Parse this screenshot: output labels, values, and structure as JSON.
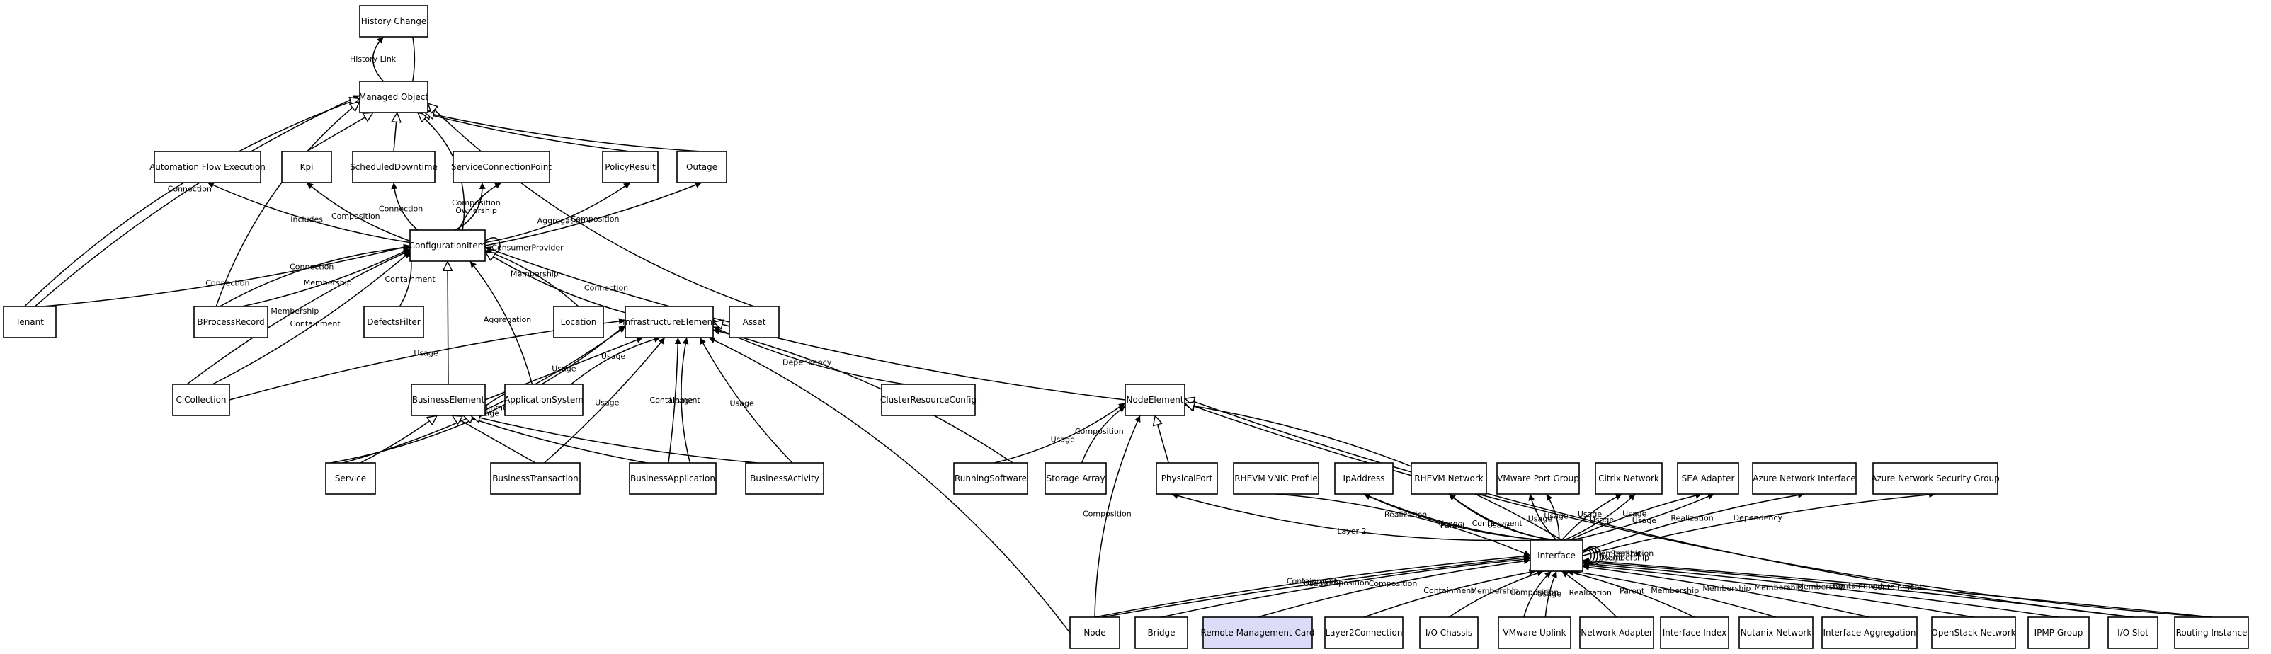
{
  "diagram": {
    "highlight_color": "#dcdcf8",
    "nodes": [
      {
        "id": "history-change",
        "label": "History Change"
      },
      {
        "id": "managed-object",
        "label": "Managed Object"
      },
      {
        "id": "automation-flow-execution",
        "label": "Automation Flow Execution"
      },
      {
        "id": "kpi",
        "label": "Kpi"
      },
      {
        "id": "scheduled-downtime",
        "label": "ScheduledDowntime"
      },
      {
        "id": "service-connection-point",
        "label": "ServiceConnectionPoint"
      },
      {
        "id": "policy-result",
        "label": "PolicyResult"
      },
      {
        "id": "outage",
        "label": "Outage"
      },
      {
        "id": "configuration-item",
        "label": "ConfigurationItem"
      },
      {
        "id": "tenant",
        "label": "Tenant"
      },
      {
        "id": "bprocess-record",
        "label": "BProcessRecord"
      },
      {
        "id": "defects-filter",
        "label": "DefectsFilter"
      },
      {
        "id": "location",
        "label": "Location"
      },
      {
        "id": "infrastructure-element",
        "label": "InfrastructureElement"
      },
      {
        "id": "asset",
        "label": "Asset"
      },
      {
        "id": "cicollection",
        "label": "CiCollection"
      },
      {
        "id": "business-element",
        "label": "BusinessElement"
      },
      {
        "id": "application-system",
        "label": "ApplicationSystem"
      },
      {
        "id": "cluster-resource-config",
        "label": "ClusterResourceConfig"
      },
      {
        "id": "node-element",
        "label": "NodeElement"
      },
      {
        "id": "service",
        "label": "Service"
      },
      {
        "id": "business-transaction",
        "label": "BusinessTransaction"
      },
      {
        "id": "business-application",
        "label": "BusinessApplication"
      },
      {
        "id": "business-activity",
        "label": "BusinessActivity"
      },
      {
        "id": "running-software",
        "label": "RunningSoftware"
      },
      {
        "id": "storage-array",
        "label": "Storage Array"
      },
      {
        "id": "physical-port",
        "label": "PhysicalPort"
      },
      {
        "id": "rhevm-vnic-profile",
        "label": "RHEVM VNIC Profile"
      },
      {
        "id": "ip-address",
        "label": "IpAddress"
      },
      {
        "id": "rhevm-network",
        "label": "RHEVM Network"
      },
      {
        "id": "vmware-port-group",
        "label": "VMware Port Group"
      },
      {
        "id": "citrix-network",
        "label": "Citrix Network"
      },
      {
        "id": "sea-adapter",
        "label": "SEA Adapter"
      },
      {
        "id": "azure-network-interface",
        "label": "Azure Network Interface"
      },
      {
        "id": "azure-network-security-group",
        "label": "Azure Network Security Group"
      },
      {
        "id": "interface",
        "label": "Interface"
      },
      {
        "id": "node",
        "label": "Node"
      },
      {
        "id": "bridge",
        "label": "Bridge"
      },
      {
        "id": "remote-management-card",
        "label": "Remote Management Card",
        "highlight": true
      },
      {
        "id": "layer2-connection",
        "label": "Layer2Connection"
      },
      {
        "id": "io-chassis",
        "label": "I/O Chassis"
      },
      {
        "id": "vmware-uplink",
        "label": "VMware Uplink"
      },
      {
        "id": "network-adapter",
        "label": "Network Adapter"
      },
      {
        "id": "interface-index",
        "label": "Interface Index"
      },
      {
        "id": "nutanix-network",
        "label": "Nutanix Network"
      },
      {
        "id": "interface-aggregation",
        "label": "Interface Aggregation"
      },
      {
        "id": "openstack-network",
        "label": "OpenStack Network"
      },
      {
        "id": "ipmp-group",
        "label": "IPMP Group"
      },
      {
        "id": "io-slot",
        "label": "I/O Slot"
      },
      {
        "id": "routing-instance",
        "label": "Routing Instance"
      }
    ],
    "edges": [
      {
        "from": "managed-object",
        "to": "history-change",
        "label": "History Link",
        "arrow": "filled"
      },
      {
        "from": "history-change",
        "to": "managed-object",
        "label": "",
        "arrow": "hollow"
      },
      {
        "from": "kpi",
        "to": "managed-object",
        "label": "",
        "arrow": "hollow"
      },
      {
        "from": "scheduled-downtime",
        "to": "managed-object",
        "label": "",
        "arrow": "hollow"
      },
      {
        "from": "configuration-item",
        "to": "managed-object",
        "label": "",
        "arrow": "hollow"
      },
      {
        "from": "policy-result",
        "to": "managed-object",
        "label": "",
        "arrow": "hollow"
      },
      {
        "from": "outage",
        "to": "managed-object",
        "label": "",
        "arrow": "hollow"
      },
      {
        "from": "asset",
        "to": "managed-object",
        "label": "",
        "arrow": "hollow"
      },
      {
        "from": "tenant",
        "to": "managed-object",
        "label": "Connection",
        "arrow": "filled"
      },
      {
        "from": "tenant",
        "to": "managed-object",
        "label": "",
        "arrow": "hollow"
      },
      {
        "from": "bprocess-record",
        "to": "managed-object",
        "label": "",
        "arrow": "hollow"
      },
      {
        "from": "configuration-item",
        "to": "automation-flow-execution",
        "label": "Includes",
        "arrow": "filled"
      },
      {
        "from": "configuration-item",
        "to": "kpi",
        "label": "Composition",
        "arrow": "filled"
      },
      {
        "from": "configuration-item",
        "to": "scheduled-downtime",
        "label": "Connection",
        "arrow": "filled"
      },
      {
        "from": "configuration-item",
        "to": "service-connection-point",
        "label": "Ownership",
        "arrow": "filled"
      },
      {
        "from": "configuration-item",
        "to": "service-connection-point",
        "label": "Composition",
        "arrow": "filled"
      },
      {
        "from": "configuration-item",
        "to": "policy-result",
        "label": "Aggregation",
        "arrow": "filled"
      },
      {
        "from": "configuration-item",
        "to": "outage",
        "label": "Composition",
        "arrow": "filled"
      },
      {
        "from": "configuration-item",
        "to": "configuration-item",
        "label": "ConsumerProvider",
        "arrow": "filled"
      },
      {
        "from": "tenant",
        "to": "configuration-item",
        "label": "Connection",
        "arrow": "filled"
      },
      {
        "from": "bprocess-record",
        "to": "configuration-item",
        "label": "Connection",
        "arrow": "filled"
      },
      {
        "from": "bprocess-record",
        "to": "configuration-item",
        "label": "Membership",
        "arrow": "filled"
      },
      {
        "from": "defects-filter",
        "to": "configuration-item",
        "label": "Containment",
        "arrow": "filled"
      },
      {
        "from": "cicollection",
        "to": "configuration-item",
        "label": "Membership",
        "arrow": "filled"
      },
      {
        "from": "cicollection",
        "to": "configuration-item",
        "label": "Containment",
        "arrow": "filled"
      },
      {
        "from": "location",
        "to": "configuration-item",
        "label": "Membership",
        "arrow": "filled"
      },
      {
        "from": "asset",
        "to": "configuration-item",
        "label": "Connection",
        "arrow": "filled"
      },
      {
        "from": "application-system",
        "to": "configuration-item",
        "label": "Aggregation",
        "arrow": "filled"
      },
      {
        "from": "infrastructure-element",
        "to": "configuration-item",
        "label": "",
        "arrow": "hollow"
      },
      {
        "from": "business-element",
        "to": "configuration-item",
        "label": "",
        "arrow": "hollow"
      },
      {
        "from": "cicollection",
        "to": "infrastructure-element",
        "label": "Usage",
        "arrow": "filled"
      },
      {
        "from": "business-element",
        "to": "infrastructure-element",
        "label": "Usage",
        "arrow": "filled"
      },
      {
        "from": "application-system",
        "to": "infrastructure-element",
        "label": "Usage",
        "arrow": "filled"
      },
      {
        "from": "service",
        "to": "infrastructure-element",
        "label": "Usage",
        "arrow": "filled"
      },
      {
        "from": "service",
        "to": "infrastructure-element",
        "label": "Containment",
        "arrow": "filled"
      },
      {
        "from": "business-transaction",
        "to": "infrastructure-element",
        "label": "Usage",
        "arrow": "filled"
      },
      {
        "from": "business-application",
        "to": "infrastructure-element",
        "label": "Containment",
        "arrow": "filled"
      },
      {
        "from": "business-application",
        "to": "infrastructure-element",
        "label": "Usage",
        "arrow": "filled"
      },
      {
        "from": "business-activity",
        "to": "infrastructure-element",
        "label": "Usage",
        "arrow": "filled"
      },
      {
        "from": "cluster-resource-config",
        "to": "infrastructure-element",
        "label": "Dependency",
        "arrow": "filled"
      },
      {
        "from": "running-software",
        "to": "infrastructure-element",
        "label": "",
        "arrow": "filled"
      },
      {
        "from": "node-element",
        "to": "infrastructure-element",
        "label": "",
        "arrow": "hollow"
      },
      {
        "from": "node",
        "to": "infrastructure-element",
        "label": "",
        "arrow": "filled"
      },
      {
        "from": "application-system",
        "to": "business-element",
        "label": "",
        "arrow": "hollow"
      },
      {
        "from": "service",
        "to": "business-element",
        "label": "",
        "arrow": "hollow"
      },
      {
        "from": "business-transaction",
        "to": "business-element",
        "label": "",
        "arrow": "hollow"
      },
      {
        "from": "business-application",
        "to": "business-element",
        "label": "",
        "arrow": "hollow"
      },
      {
        "from": "business-activity",
        "to": "business-element",
        "label": "",
        "arrow": "hollow"
      },
      {
        "from": "running-software",
        "to": "node-element",
        "label": "Usage",
        "arrow": "filled"
      },
      {
        "from": "storage-array",
        "to": "node-element",
        "label": "Composition",
        "arrow": "filled"
      },
      {
        "from": "physical-port",
        "to": "node-element",
        "label": "",
        "arrow": "hollow"
      },
      {
        "from": "node",
        "to": "node-element",
        "label": "Composition",
        "arrow": "filled"
      },
      {
        "from": "interface",
        "to": "node-element",
        "label": "",
        "arrow": "hollow"
      },
      {
        "from": "io-slot",
        "to": "node-element",
        "label": "",
        "arrow": "hollow"
      },
      {
        "from": "routing-instance",
        "to": "node-element",
        "label": "",
        "arrow": "hollow"
      },
      {
        "from": "interface",
        "to": "physical-port",
        "label": "Layer 2",
        "arrow": "filled"
      },
      {
        "from": "rhevm-vnic-profile",
        "to": "interface",
        "label": "Realization",
        "arrow": "filled"
      },
      {
        "from": "interface",
        "to": "ip-address",
        "label": "Usage",
        "arrow": "filled"
      },
      {
        "from": "interface",
        "to": "ip-address",
        "label": "Parent",
        "arrow": "filled"
      },
      {
        "from": "interface",
        "to": "rhevm-network",
        "label": "Containment",
        "arrow": "filled"
      },
      {
        "from": "interface",
        "to": "rhevm-network",
        "label": "Usage",
        "arrow": "filled"
      },
      {
        "from": "interface",
        "to": "vmware-port-group",
        "label": "Usage",
        "arrow": "filled"
      },
      {
        "from": "interface",
        "to": "vmware-port-group",
        "label": "Usage",
        "arrow": "filled"
      },
      {
        "from": "interface",
        "to": "citrix-network",
        "label": "Usage",
        "arrow": "filled"
      },
      {
        "from": "interface",
        "to": "citrix-network",
        "label": "Usage",
        "arrow": "filled"
      },
      {
        "from": "interface",
        "to": "sea-adapter",
        "label": "Usage",
        "arrow": "filled"
      },
      {
        "from": "interface",
        "to": "sea-adapter",
        "label": "Usage",
        "arrow": "filled"
      },
      {
        "from": "interface",
        "to": "azure-network-interface",
        "label": "Realization",
        "arrow": "filled"
      },
      {
        "from": "interface",
        "to": "azure-network-security-group",
        "label": "Dependency",
        "arrow": "filled"
      },
      {
        "from": "interface",
        "to": "interface",
        "label": "Membership",
        "arrow": "filled"
      },
      {
        "from": "interface",
        "to": "interface",
        "label": "Membership",
        "arrow": "filled"
      },
      {
        "from": "interface",
        "to": "interface",
        "label": "Realization",
        "arrow": "filled"
      },
      {
        "from": "interface",
        "to": "interface",
        "label": "Usage",
        "arrow": "filled"
      },
      {
        "from": "node",
        "to": "interface",
        "label": "Containment",
        "arrow": "filled"
      },
      {
        "from": "node",
        "to": "interface",
        "label": "Usage",
        "arrow": "filled"
      },
      {
        "from": "bridge",
        "to": "interface",
        "label": "Composition",
        "arrow": "filled"
      },
      {
        "from": "remote-management-card",
        "to": "interface",
        "label": "Composition",
        "arrow": "filled"
      },
      {
        "from": "layer2-connection",
        "to": "interface",
        "label": "Containment",
        "arrow": "filled"
      },
      {
        "from": "io-chassis",
        "to": "interface",
        "label": "Membership",
        "arrow": "filled"
      },
      {
        "from": "vmware-uplink",
        "to": "interface",
        "label": "Composition",
        "arrow": "filled"
      },
      {
        "from": "vmware-uplink",
        "to": "interface",
        "label": "Usage",
        "arrow": "filled"
      },
      {
        "from": "network-adapter",
        "to": "interface",
        "label": "Realization",
        "arrow": "filled"
      },
      {
        "from": "interface-index",
        "to": "interface",
        "label": "Parent",
        "arrow": "filled"
      },
      {
        "from": "nutanix-network",
        "to": "interface",
        "label": "Membership",
        "arrow": "filled"
      },
      {
        "from": "interface-aggregation",
        "to": "interface",
        "label": "Membership",
        "arrow": "filled"
      },
      {
        "from": "openstack-network",
        "to": "interface",
        "label": "Membership",
        "arrow": "filled"
      },
      {
        "from": "ipmp-group",
        "to": "interface",
        "label": "Membership",
        "arrow": "filled"
      },
      {
        "from": "io-slot",
        "to": "interface",
        "label": "Containment",
        "arrow": "filled"
      },
      {
        "from": "routing-instance",
        "to": "interface",
        "label": "Containment",
        "arrow": "filled"
      }
    ]
  }
}
